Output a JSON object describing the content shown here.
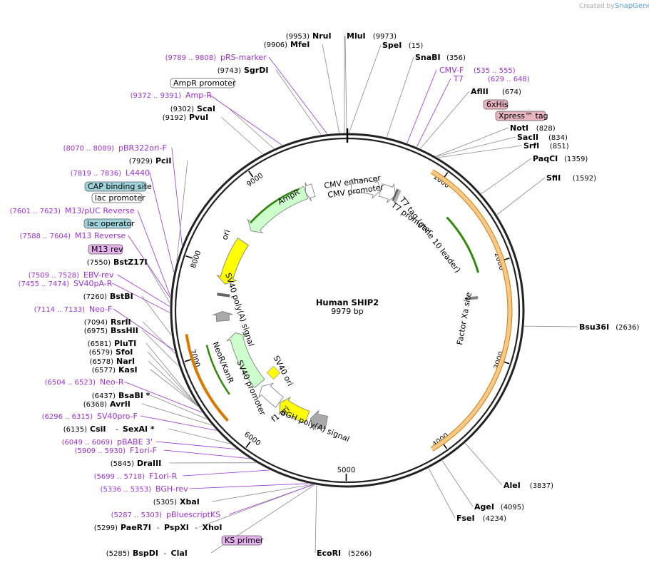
{
  "branding": {
    "created_by": "Created by",
    "product": "SnapGene"
  },
  "plasmid": {
    "name": "Human SHIP2",
    "length": 9979,
    "length_label": "9979 bp"
  },
  "ticks": [
    {
      "bp": 1000,
      "label": "1000"
    },
    {
      "bp": 2000,
      "label": "2000"
    },
    {
      "bp": 3000,
      "label": "3000"
    },
    {
      "bp": 4000,
      "label": "4000"
    },
    {
      "bp": 5000,
      "label": "5000"
    },
    {
      "bp": 6000,
      "label": "6000"
    },
    {
      "bp": 7000,
      "label": "7000"
    },
    {
      "bp": 8000,
      "label": "8000"
    },
    {
      "bp": 9000,
      "label": "9000"
    }
  ],
  "features": [
    {
      "name": "CMV enhancer",
      "start": 50,
      "end": 430,
      "dir": 1,
      "color": "#ffffff",
      "ring": 0
    },
    {
      "name": "CMV promoter",
      "start": 430,
      "end": 630,
      "dir": 1,
      "color": "#ffffff",
      "ring": 0
    },
    {
      "name": "T7 promoter",
      "start": 630,
      "end": 650,
      "dir": 1,
      "color": "#ffffff",
      "ring": 0
    },
    {
      "name": "T7 tag (gene 10 leader)",
      "start": 655,
      "end": 690,
      "dir": 1,
      "color": "#b0b0b0",
      "ring": 0
    },
    {
      "name": "Human SHIP2",
      "start": 870,
      "end": 4120,
      "dir": 1,
      "color": "#f5c98a",
      "ring": 1
    },
    {
      "name": "Factor Xa site",
      "start": 2340,
      "end": 2352,
      "dir": 1,
      "color": "#808080",
      "ring": 0
    },
    {
      "name": "bGH poly(A) signal",
      "start": 5280,
      "end": 5510,
      "dir": 1,
      "color": "#a9a9a9",
      "ring": 0
    },
    {
      "name": "f1 ori",
      "start": 5560,
      "end": 5990,
      "dir": 1,
      "color": "#ffff00",
      "ring": 0
    },
    {
      "name": "SV40 promoter",
      "start": 6000,
      "end": 6330,
      "dir": 1,
      "color": "#ffffff",
      "ring": 0
    },
    {
      "name": "NeoR/KanR",
      "start": 6380,
      "end": 7170,
      "dir": 1,
      "color": "#ccffcc",
      "ring": 0
    },
    {
      "name": "SV40 poly(A) signal",
      "start": 7350,
      "end": 7470,
      "dir": 1,
      "color": "#a9a9a9",
      "ring": 0
    },
    {
      "name": "lac promoter",
      "start": 7680,
      "end": 7710,
      "dir": 1,
      "color": "#ffffff",
      "ring": 0
    },
    {
      "name": "ori",
      "start": 7820,
      "end": 8410,
      "dir": -1,
      "color": "#ffff00",
      "ring": 0
    },
    {
      "name": "AmpR",
      "start": 8580,
      "end": 9440,
      "dir": -1,
      "color": "#ccffcc",
      "ring": 0
    },
    {
      "name": "AmpR promoter",
      "start": 9440,
      "end": 9540,
      "dir": -1,
      "color": "#ffffff",
      "ring": 0
    }
  ],
  "center_features": [
    {
      "name": "SV40 ori",
      "color": "#ffff00"
    }
  ],
  "enzymes_right": [
    {
      "name": "MluI",
      "pos": "(9973)",
      "bp": 9973
    },
    {
      "name": "SpeI",
      "pos": "(15)",
      "bp": 15
    },
    {
      "name": "SnaBI",
      "pos": "(356)",
      "bp": 356
    },
    {
      "name": "AflII",
      "pos": "(674)",
      "bp": 674
    },
    {
      "name": "NotI",
      "pos": "(828)",
      "bp": 828
    },
    {
      "name": "SacII",
      "pos": "(834)",
      "bp": 834
    },
    {
      "name": "SrfI",
      "pos": "(851)",
      "bp": 851
    },
    {
      "name": "PaqCI",
      "pos": "(1359)",
      "bp": 1359
    },
    {
      "name": "SfiI",
      "pos": "(1592)",
      "bp": 1592
    },
    {
      "name": "Bsu36I",
      "pos": "(2636)",
      "bp": 2636
    },
    {
      "name": "AleI",
      "pos": "(3837)",
      "bp": 3837
    },
    {
      "name": "AgeI",
      "pos": "(4095)",
      "bp": 4095
    },
    {
      "name": "FseI",
      "pos": "(4234)",
      "bp": 4234
    },
    {
      "name": "EcoRI",
      "pos": "(5266)",
      "bp": 5266
    }
  ],
  "enzymes_left": [
    {
      "name": "NruI",
      "pos": "(9953)",
      "bp": 9953
    },
    {
      "name": "MfeI",
      "pos": "(9906)",
      "bp": 9906
    },
    {
      "name": "SgrDI",
      "pos": "(9743)",
      "bp": 9743
    },
    {
      "name": "ScaI",
      "pos": "(9302)",
      "bp": 9302
    },
    {
      "name": "PvuI",
      "pos": "(9192)",
      "bp": 9192
    },
    {
      "name": "PciI",
      "pos": "(7929)",
      "bp": 7929
    },
    {
      "name": "BstZ17I",
      "pos": "(7550)",
      "bp": 7550
    },
    {
      "name": "BstBI",
      "pos": "(7260)",
      "bp": 7260
    },
    {
      "name": "RsrII",
      "pos": "(7094)",
      "bp": 7094
    },
    {
      "name": "BssHII",
      "pos": "(6975)",
      "bp": 6975
    },
    {
      "name": "PluTI",
      "pos": "(6581)",
      "bp": 6581
    },
    {
      "name": "SfoI",
      "pos": "(6579)",
      "bp": 6579
    },
    {
      "name": "NarI",
      "pos": "(6578)",
      "bp": 6578
    },
    {
      "name": "KasI",
      "pos": "(6577)",
      "bp": 6577
    },
    {
      "name": "BsaBI *",
      "pos": "(6437)",
      "bp": 6437
    },
    {
      "name": "AvrII",
      "pos": "(6368)",
      "bp": 6368
    },
    {
      "name": "CsiI",
      "name2": "SexAI *",
      "pos": "(6135)",
      "bp": 6135
    },
    {
      "name": "DraIII",
      "pos": "(5845)",
      "bp": 5845
    },
    {
      "name": "XbaI",
      "pos": "(5305)",
      "bp": 5305
    },
    {
      "name": "PaeR7I",
      "name2": "PspXI",
      "name3": "XhoI",
      "pos": "(5299)",
      "bp": 5299
    },
    {
      "name": "BspDI",
      "name2": "ClaI",
      "pos": "(5285)",
      "bp": 5285
    }
  ],
  "primers": [
    {
      "name": "CMV-F",
      "pos": "(535 .. 555)",
      "bp": 545
    },
    {
      "name": "T7",
      "pos": "(629 .. 648)",
      "bp": 638
    },
    {
      "name": "pRS-marker",
      "pos": "(9789 .. 9808)",
      "bp": 9798
    },
    {
      "name": "Amp-R",
      "pos": "(9372 .. 9391)",
      "bp": 9381
    },
    {
      "name": "pBR322ori-F",
      "pos": "(8070 .. 8089)",
      "bp": 8079
    },
    {
      "name": "L4440",
      "pos": "(7819 .. 7836)",
      "bp": 7827
    },
    {
      "name": "M13/pUC Reverse",
      "pos": "(7601 .. 7623)",
      "bp": 7612
    },
    {
      "name": "M13 Reverse",
      "pos": "(7588 .. 7604)",
      "bp": 7596
    },
    {
      "name": "EBV-rev",
      "pos": "(7509 .. 7528)",
      "bp": 7518
    },
    {
      "name": "SV40pA-R",
      "pos": "(7455 .. 7474)",
      "bp": 7464
    },
    {
      "name": "Neo-F",
      "pos": "(7114 .. 7133)",
      "bp": 7123
    },
    {
      "name": "Neo-R",
      "pos": "(6504 .. 6523)",
      "bp": 6513
    },
    {
      "name": "SV40pro-F",
      "pos": "(6296 .. 6315)",
      "bp": 6305
    },
    {
      "name": "pBABE 3'",
      "pos": "(6049 .. 6069)",
      "bp": 6059
    },
    {
      "name": "F1ori-F",
      "pos": "(5909 .. 5930)",
      "bp": 5919
    },
    {
      "name": "F1ori-R",
      "pos": "(5699 .. 5718)",
      "bp": 5708
    },
    {
      "name": "BGH-rev",
      "pos": "(5336 .. 5353)",
      "bp": 5344
    },
    {
      "name": "pBluescriptKS",
      "pos": "(5287 .. 5303)",
      "bp": 5295
    }
  ],
  "boxed_labels": [
    {
      "name": "AmpR promoter",
      "style": "white"
    },
    {
      "name": "CAP binding site",
      "style": "teal"
    },
    {
      "name": "lac promoter",
      "style": "white"
    },
    {
      "name": "lac operator",
      "style": "teal"
    },
    {
      "name": "M13 rev",
      "style": "purple"
    },
    {
      "name": "KS primer",
      "style": "purple"
    },
    {
      "name": "6xHis",
      "style": "pink"
    },
    {
      "name": "Xpress™ tag",
      "style": "pink"
    }
  ],
  "colors": {
    "backbone": "#222222",
    "primer": "#9b30d9",
    "teal_box": "#9fd3dc",
    "pink_box": "#e8b4bf",
    "purple_box": "#e6b3ee",
    "gene_fill": "#f5c98a",
    "gene_edge": "#d97a00",
    "green": "#2f8a0a"
  }
}
